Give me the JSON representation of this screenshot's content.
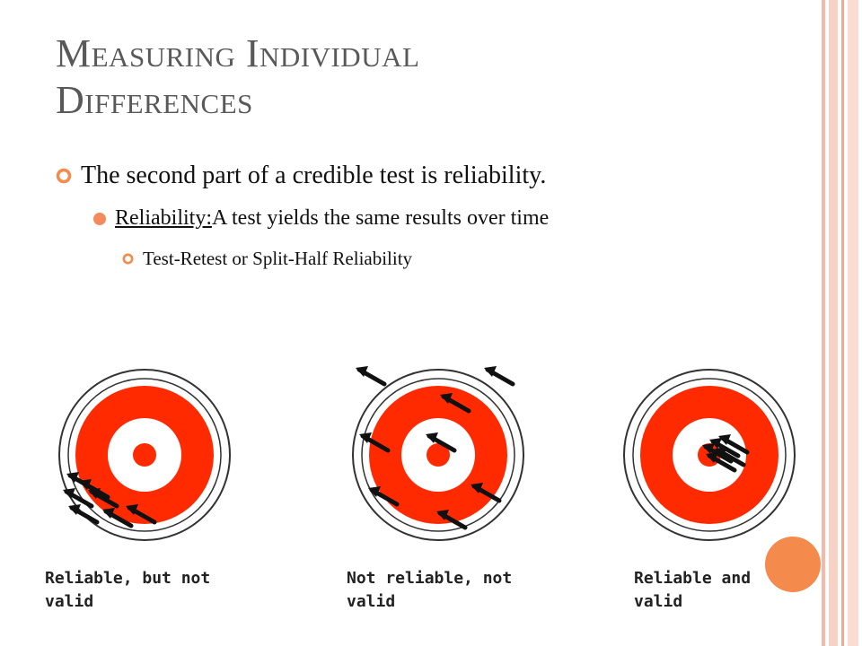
{
  "slide": {
    "title_line1": "Measuring Individual",
    "title_line2": "Differences",
    "bullet1": "The second part of a credible test is reliability.",
    "bullet2_term": "Reliability: ",
    "bullet2_rest": "A test yields the same results over time",
    "bullet3": "Test-Retest or Split-Half Reliability"
  },
  "targets": [
    {
      "caption_line1": "Reliable, but not",
      "caption_line2": "valid"
    },
    {
      "caption_line1": "Not reliable, not",
      "caption_line2": "valid"
    },
    {
      "caption_line1": "Reliable and",
      "caption_line2": "valid"
    }
  ],
  "icons": {
    "bullet1": "orange-ring-bullet-icon",
    "bullet2": "orange-dot-bullet-icon",
    "bullet3": "orange-ring-bullet-icon",
    "arrow": "arrow-icon"
  },
  "colors": {
    "accent": "#f58a4d",
    "target_red": "#ff2a00",
    "title_gray": "#595959",
    "stripe_pink": "#f7c3b4"
  }
}
